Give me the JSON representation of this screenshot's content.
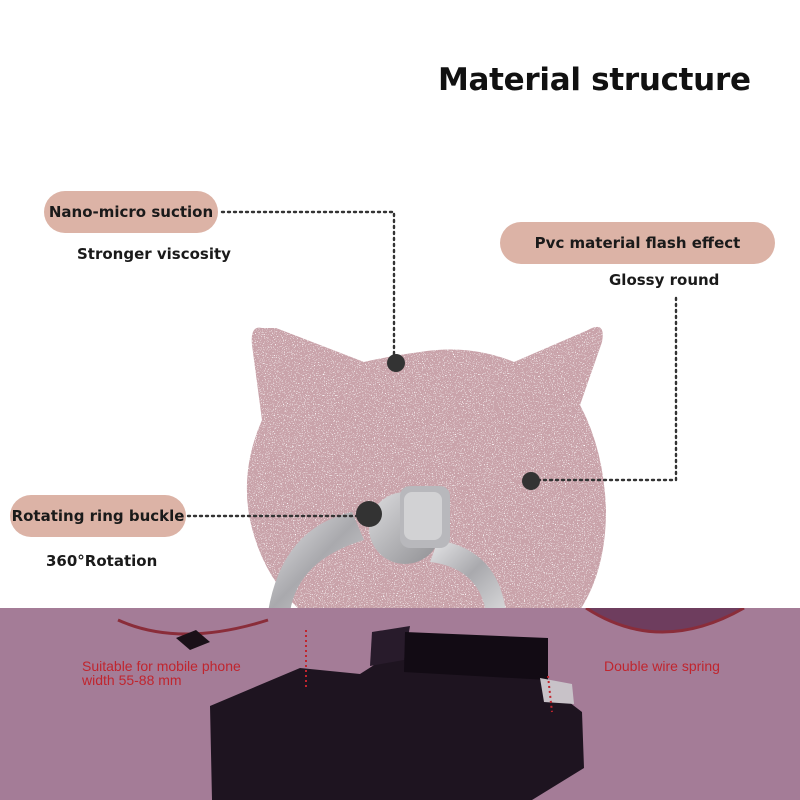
{
  "title": "Material structure",
  "features": [
    {
      "label": "Nano-micro suction",
      "sublabel": "Stronger viscosity"
    },
    {
      "label": "Pvc material flash effect",
      "sublabel": "Glossy round"
    },
    {
      "label": "Rotating ring buckle",
      "sublabel": "360°Rotation"
    }
  ],
  "bottom_panel": {
    "left_callout_line1": "Suitable for mobile phone",
    "left_callout_line2": "width 55-88 mm",
    "right_callout": "Double wire spring"
  },
  "colors": {
    "pill": "#dcb3a6",
    "glitter": "#c9a3aa",
    "ring": "#b5b5b8",
    "bottom_background": "#a47c97",
    "callout_text": "#c0252e"
  }
}
